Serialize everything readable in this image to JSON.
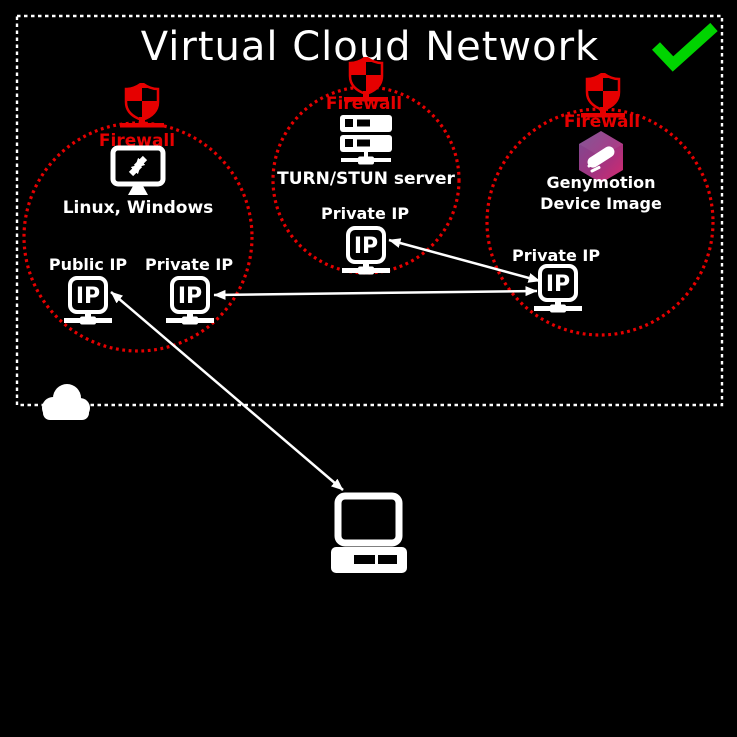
{
  "title": "Virtual Cloud Network",
  "colors": {
    "background": "#000000",
    "accent_red": "#e60000",
    "check_green": "#00d400",
    "white": "#ffffff",
    "genymotion_purple": "#7a4d92",
    "genymotion_pink": "#d62a6e"
  },
  "boundary": {
    "style": "dashed-white-rectangle",
    "cloud_icon": "cloud"
  },
  "status": {
    "icon": "green-checkmark"
  },
  "zones": [
    {
      "id": "vm-zone",
      "firewall_label": "Firewall",
      "machine_icon": "remote-desktop-icon",
      "machine_label": "Linux, Windows",
      "nodes": [
        {
          "label": "Public IP"
        },
        {
          "label": "Private IP"
        }
      ]
    },
    {
      "id": "turn-stun-zone",
      "firewall_label": "Firewall",
      "machine_icon": "server-icon",
      "machine_label": "TURN/STUN server",
      "nodes": [
        {
          "label": "Private IP"
        }
      ]
    },
    {
      "id": "genymotion-zone",
      "firewall_label": "Firewall",
      "machine_icon": "genymotion-logo",
      "machine_label": "Genymotion Device Image",
      "nodes": [
        {
          "label": "Private IP"
        }
      ]
    }
  ],
  "ip_node_label": "IP",
  "connections": [
    {
      "from": "turn-stun-private-ip",
      "to": "genymotion-private-ip",
      "bidirectional": true
    },
    {
      "from": "vm-private-ip",
      "to": "genymotion-private-ip",
      "bidirectional": true
    },
    {
      "from": "vm-public-ip",
      "to": "client-computer",
      "bidirectional": true
    }
  ],
  "external": {
    "client_icon": "client-computer"
  }
}
